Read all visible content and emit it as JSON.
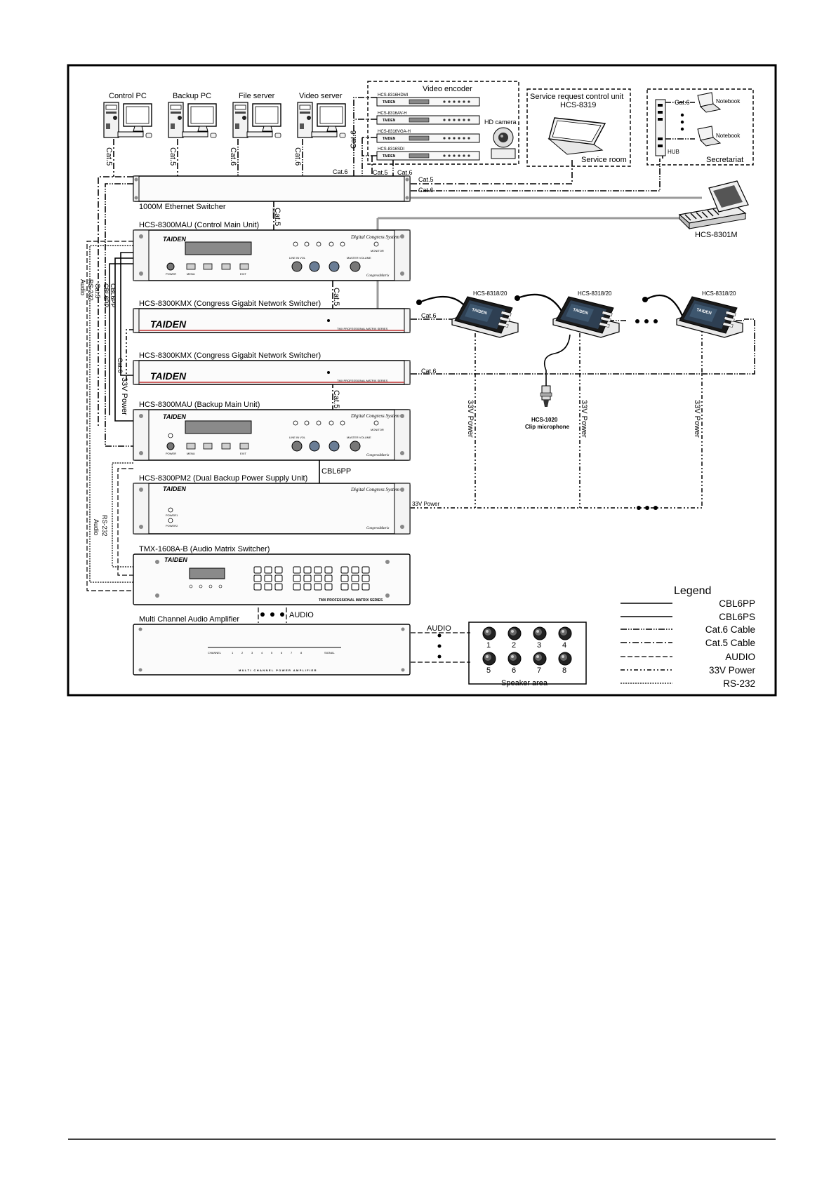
{
  "computers": [
    "Control PC",
    "Backup PC",
    "File server",
    "Video server"
  ],
  "video_encoder": {
    "title": "Video encoder",
    "models": [
      "HCS-8316HDMI",
      "HCS-8316AV-H",
      "HCS-8316VGA-H",
      "HCS-8316SDI"
    ],
    "hd_camera": "HD camera"
  },
  "service": {
    "title": "Service request control unit",
    "model": "HCS-8319",
    "room": "Service room"
  },
  "secretariat": {
    "title": "Secretariat",
    "notebook": "Notebook",
    "hub": "HUB"
  },
  "brand": "TAIDEN",
  "panel_brand": "Digital Congress System",
  "panel_sub": "CongressMatrix",
  "matrix_series": "TMX PROFESSIONAL MATRIX SERIES",
  "amp_series": "MULTI CHANNEL POWER AMPLIFIER",
  "panel_labels": {
    "power_left": "POWER",
    "menu": "MENU",
    "exit": "EXIT",
    "monitor": "MONITOR",
    "line_in": "LINE IN VOL",
    "master_vol": "MASTER VOLUME",
    "power1": "POWER1",
    "power2": "POWER2",
    "channel": "CHANNEL",
    "signal": "SIGNAL",
    "ch": [
      "1",
      "2",
      "3",
      "4",
      "5",
      "6",
      "7",
      "8"
    ]
  },
  "mixer_label": "HCS-8301M",
  "devices": {
    "ethernet": "1000M Ethernet Switcher",
    "mau_control": "HCS-8300MAU (Control Main Unit)",
    "kmx1": "HCS-8300KMX (Congress Gigabit Network Switcher)",
    "kmx2": "HCS-8300KMX (Congress Gigabit Network Switcher)",
    "mau_backup": "HCS-8300MAU (Backup Main Unit)",
    "pm2": "HCS-8300PM2 (Dual Backup  Power Supply Unit)",
    "tmx": "TMX-1608A-B (Audio Matrix Switcher)",
    "amp": "Multi Channel Audio Amplifier"
  },
  "units": {
    "model": "HCS-8318/20",
    "mic_model": "HCS-1020",
    "mic_name": "Clip microphone"
  },
  "cable_labels": {
    "cat5": "Cat.5",
    "cat6": "Cat.6",
    "power": "33V Power",
    "cbl6pp": "CBL6PP",
    "cbl6ps": "CBL6PS",
    "rs232": "RS-232",
    "audio_lower": "Audio",
    "audio": "AUDIO"
  },
  "speaker": {
    "title": "Speaker area",
    "numbers": [
      "1",
      "2",
      "3",
      "4",
      "5",
      "6",
      "7",
      "8"
    ]
  },
  "legend": {
    "title": "Legend",
    "items": [
      {
        "label": "CBL6PP",
        "style": "solid"
      },
      {
        "label": "CBL6PS",
        "style": "solid"
      },
      {
        "label": "Cat.6 Cable",
        "style": "dash-dot-dot"
      },
      {
        "label": "Cat.5 Cable",
        "style": "dash-dot"
      },
      {
        "label": "AUDIO",
        "style": "dashed"
      },
      {
        "label": "33V Power",
        "style": "dot-dot-dash"
      },
      {
        "label": "RS-232",
        "style": "dotted"
      }
    ]
  }
}
